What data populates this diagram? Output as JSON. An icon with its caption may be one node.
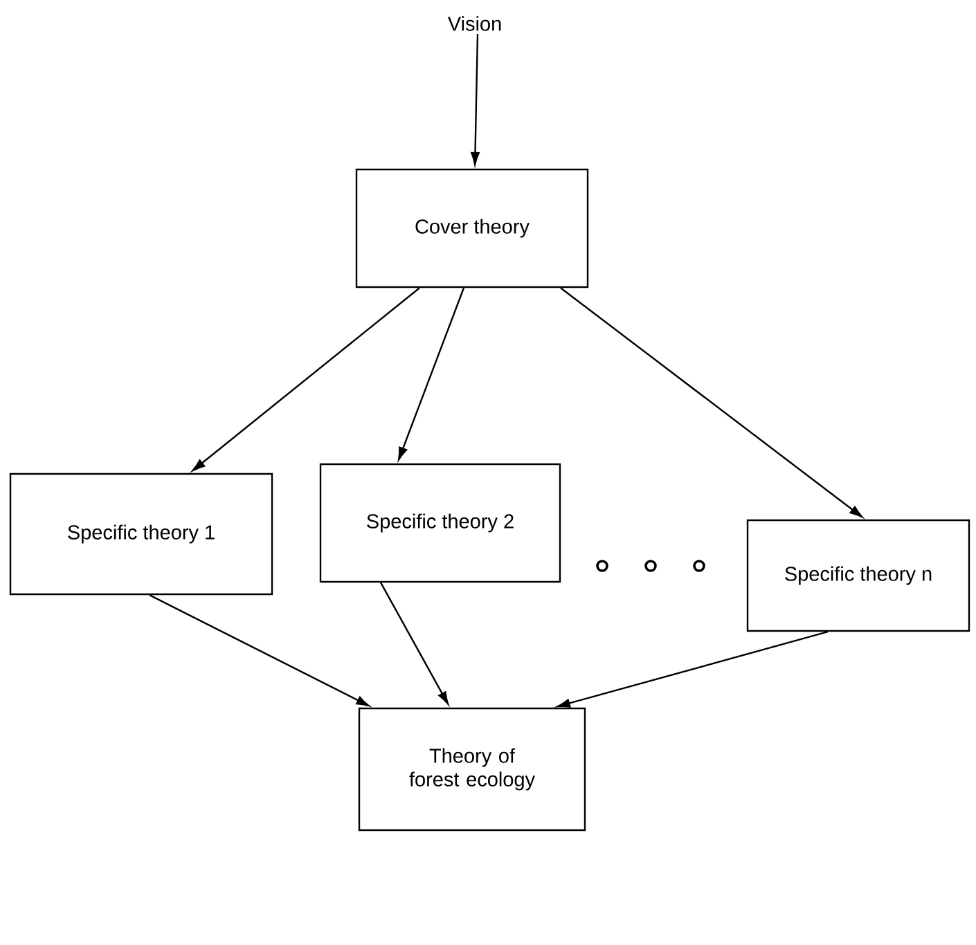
{
  "diagram": {
    "nodes": [
      {
        "text": [
          "Vision"
        ]
      },
      {
        "text": [
          "Cover theory"
        ]
      },
      {
        "text": [
          "Specific theory 1"
        ]
      },
      {
        "text": [
          "Specific theory 2"
        ]
      },
      {
        "text": [
          "Specific theory n"
        ]
      },
      {
        "text": [
          "Theory of forest ecology"
        ]
      }
    ],
    "edges": [
      {
        "from": 0,
        "to": 1,
        "arrow": "to"
      },
      {
        "from": 1,
        "to": 2,
        "arrow": "to"
      },
      {
        "from": 1,
        "to": 3,
        "arrow": "to"
      },
      {
        "from": 1,
        "to": 4,
        "arrow": "to"
      },
      {
        "from": 2,
        "to": 5,
        "arrow": "to"
      },
      {
        "from": 3,
        "to": 5,
        "arrow": "to"
      },
      {
        "from": 4,
        "to": 5,
        "arrow": "to"
      }
    ]
  }
}
